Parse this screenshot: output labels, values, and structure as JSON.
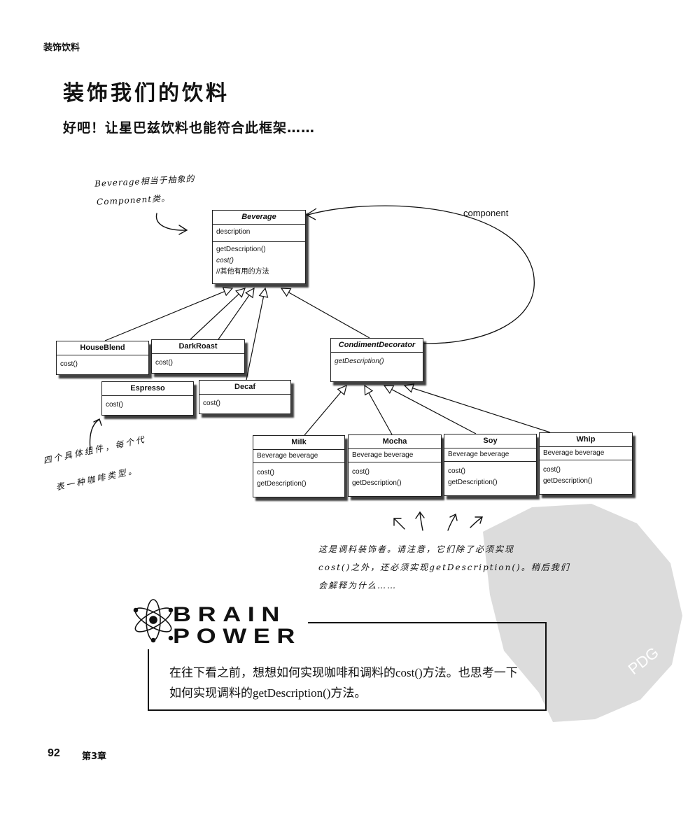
{
  "page": {
    "header": "装饰饮料",
    "title": "装饰我们的饮料",
    "subtitle": "好吧！让星巴兹饮料也能符合此框架……",
    "page_number": "92",
    "chapter": "第3章"
  },
  "diagram": {
    "component_label": "component",
    "classes": {
      "beverage": {
        "name": "Beverage",
        "fields": [
          "description"
        ],
        "methods": [
          "getDescription()",
          "cost()",
          "//其他有用的方法"
        ]
      },
      "house_blend": {
        "name": "HouseBlend",
        "methods": [
          "cost()"
        ]
      },
      "dark_roast": {
        "name": "DarkRoast",
        "methods": [
          "cost()"
        ]
      },
      "espresso": {
        "name": "Espresso",
        "methods": [
          "cost()"
        ]
      },
      "decaf": {
        "name": "Decaf",
        "methods": [
          "cost()"
        ]
      },
      "condiment_decorator": {
        "name": "CondimentDecorator",
        "methods": [
          "getDescription()"
        ]
      },
      "milk": {
        "name": "Milk",
        "fields": [
          "Beverage beverage"
        ],
        "methods": [
          "cost()",
          "getDescription()"
        ]
      },
      "mocha": {
        "name": "Mocha",
        "fields": [
          "Beverage beverage"
        ],
        "methods": [
          "cost()",
          "getDescription()"
        ]
      },
      "soy": {
        "name": "Soy",
        "fields": [
          "Beverage beverage"
        ],
        "methods": [
          "cost()",
          "getDescription()"
        ]
      },
      "whip": {
        "name": "Whip",
        "fields": [
          "Beverage beverage"
        ],
        "methods": [
          "cost()",
          "getDescription()"
        ]
      }
    }
  },
  "notes": {
    "beverage": [
      "Beverage相当于抽象的",
      "Component类。"
    ],
    "concrete": [
      "四个具体组件，每个代",
      "表一种咖啡类型。"
    ],
    "condiment": [
      "这是调料装饰者。请注意，它们除了必须实现",
      "cost()之外，还必须实现getDescription()。稍后我们",
      "会解释为什么……"
    ]
  },
  "brain_power": {
    "logo_line1": "BRAIN",
    "logo_line2": "POWER",
    "lines": [
      "在往下看之前，想想如何实现咖啡和调料的cost()方法。也思考一下",
      "如何实现调料的getDescription()方法。"
    ]
  },
  "watermark": {
    "text": "PDG"
  }
}
